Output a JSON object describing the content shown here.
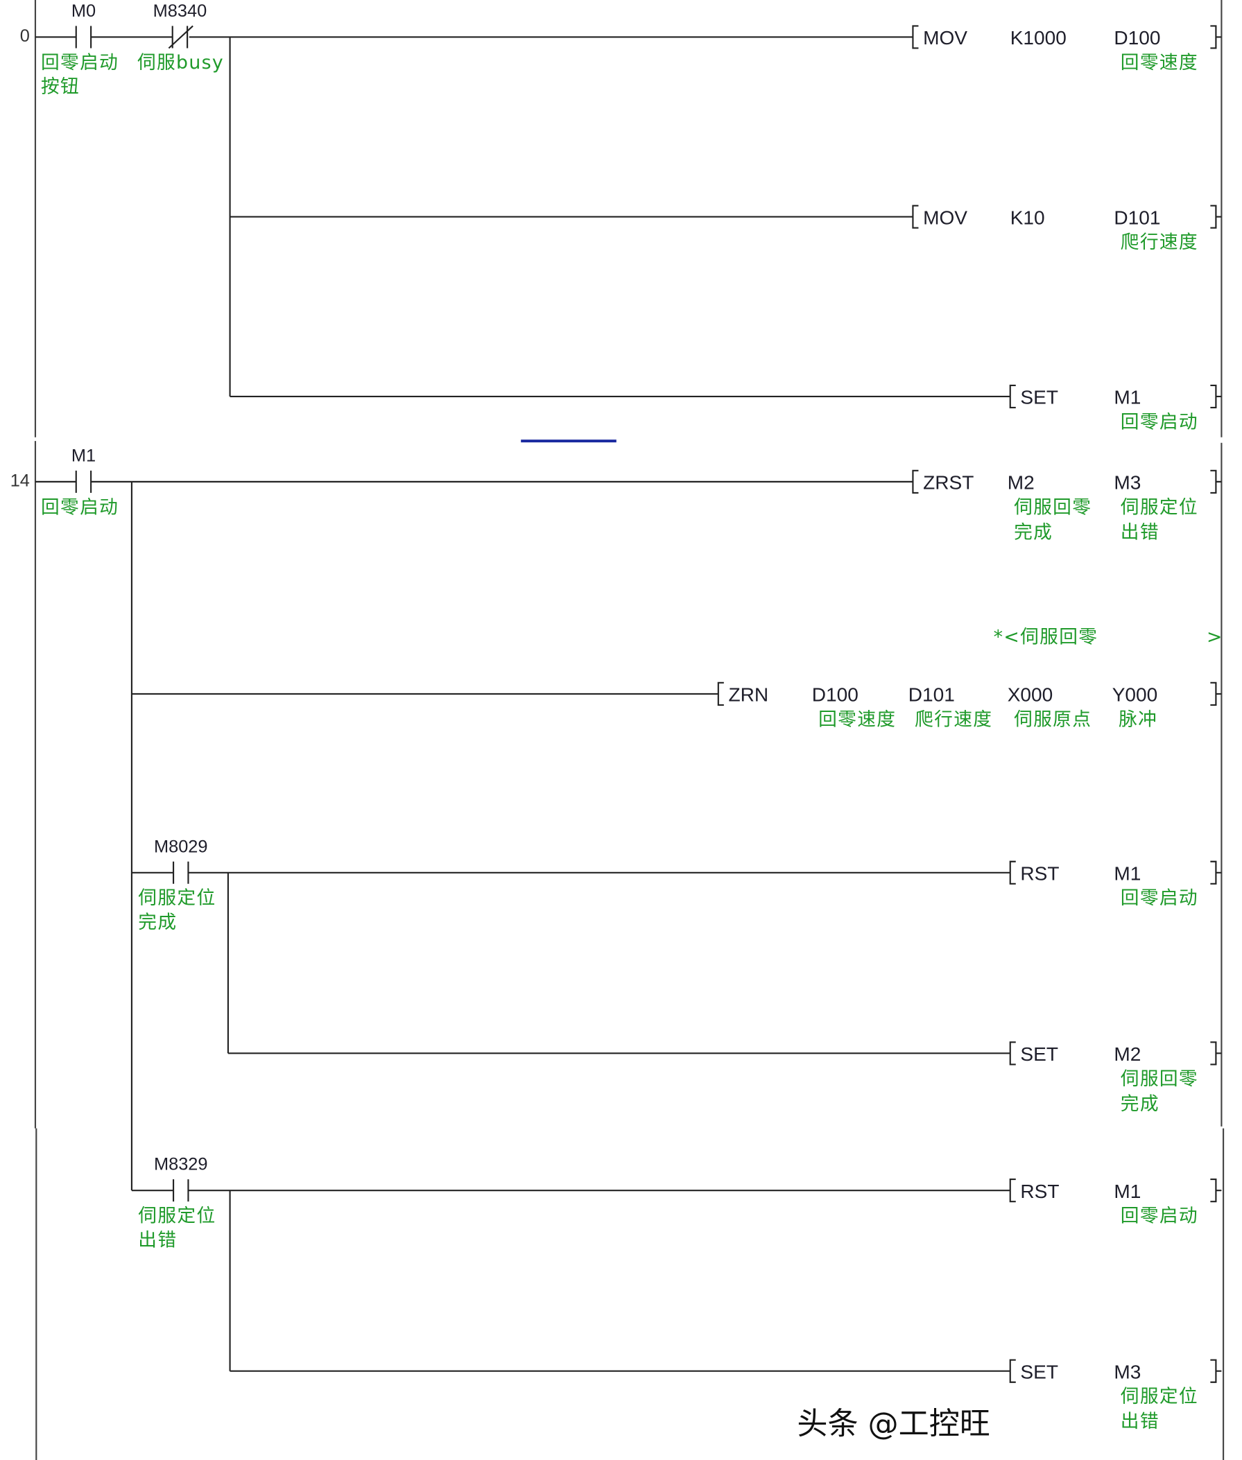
{
  "rungs": [
    {
      "step": "0",
      "contacts": [
        {
          "device": "M0",
          "type": "NO",
          "comment": [
            "回零启动",
            "按钮"
          ]
        },
        {
          "device": "M8340",
          "type": "NC",
          "comment": [
            "伺服busy"
          ]
        }
      ],
      "instructions": [
        {
          "op": "MOV",
          "operands": [
            {
              "text": "K1000",
              "comment": []
            },
            {
              "text": "D100",
              "comment": [
                "回零速度"
              ]
            }
          ]
        },
        {
          "op": "MOV",
          "operands": [
            {
              "text": "K10",
              "comment": []
            },
            {
              "text": "D101",
              "comment": [
                "爬行速度"
              ]
            }
          ]
        },
        {
          "op": "SET",
          "operands": [
            {
              "text": "M1",
              "comment": [
                "回零启动"
              ]
            }
          ]
        }
      ]
    },
    {
      "step": "14",
      "contacts": [
        {
          "device": "M1",
          "type": "NO",
          "comment": [
            "回零启动"
          ]
        },
        {
          "device": "M8029",
          "type": "NO",
          "comment": [
            "伺服定位",
            "完成"
          ]
        },
        {
          "device": "M8329",
          "type": "NO",
          "comment": [
            "伺服定位",
            "出错"
          ]
        }
      ],
      "instructions": [
        {
          "op": "ZRST",
          "operands": [
            {
              "text": "M2",
              "comment": [
                "伺服回零",
                "完成"
              ]
            },
            {
              "text": "M3",
              "comment": [
                "伺服定位",
                "出错"
              ]
            }
          ]
        },
        {
          "op": "ZRN",
          "operands": [
            {
              "text": "D100",
              "comment": [
                "回零速度"
              ]
            },
            {
              "text": "D101",
              "comment": [
                "爬行速度"
              ]
            },
            {
              "text": "X000",
              "comment": [
                "伺服原点"
              ]
            },
            {
              "text": "Y000",
              "comment": [
                "脉冲"
              ]
            }
          ],
          "statement": "*<伺服回零",
          "statement_end": ">"
        },
        {
          "op": "RST",
          "operands": [
            {
              "text": "M1",
              "comment": [
                "回零启动"
              ]
            }
          ]
        },
        {
          "op": "SET",
          "operands": [
            {
              "text": "M2",
              "comment": [
                "伺服回零",
                "完成"
              ]
            }
          ]
        },
        {
          "op": "RST",
          "operands": [
            {
              "text": "M1",
              "comment": [
                "回零启动"
              ]
            }
          ]
        },
        {
          "op": "SET",
          "operands": [
            {
              "text": "M3",
              "comment": [
                "伺服定位",
                "出错"
              ]
            }
          ]
        }
      ]
    }
  ],
  "watermark": "头条 @工控旺",
  "colors": {
    "comment": "#1f9a2a",
    "cursor": "#1a2aa0"
  }
}
